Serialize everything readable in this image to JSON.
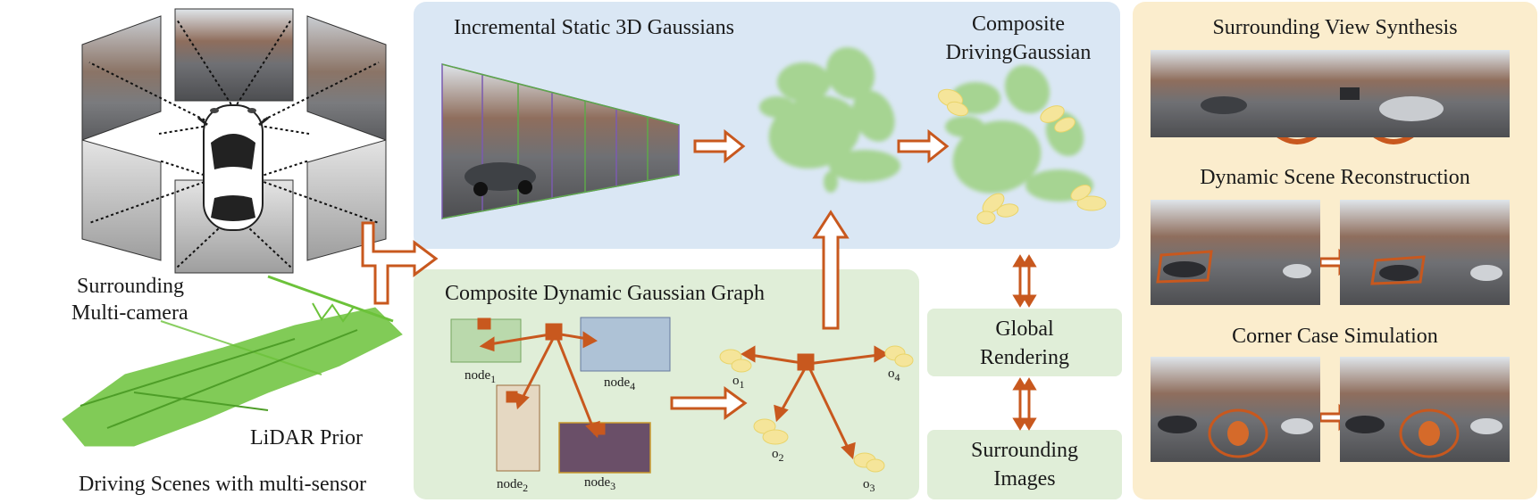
{
  "colors": {
    "static_panel": "#dae7f4",
    "graph_panel": "#e0eed8",
    "apps_panel": "#fbedcd",
    "arrow_orange": "#c8581e",
    "gaussian_green": "#a6d492",
    "gaussian_yellow": "#f5e59a",
    "lidar_green": "#6cc23a"
  },
  "left": {
    "camera_label_line1": "Surrounding",
    "camera_label_line2": "Multi-camera",
    "lidar_label": "LiDAR Prior",
    "bottom_label": "Driving Scenes with multi-sensor"
  },
  "static": {
    "title": "Incremental Static 3D Gaussians",
    "composite_line1": "Composite",
    "composite_line2": "DrivingGaussian"
  },
  "graph": {
    "title": "Composite Dynamic Gaussian Graph",
    "nodes": [
      {
        "base": "node",
        "sub": "1"
      },
      {
        "base": "node",
        "sub": "4"
      },
      {
        "base": "node",
        "sub": "2"
      },
      {
        "base": "node",
        "sub": "3"
      }
    ],
    "objects": [
      {
        "base": "o",
        "sub": "1"
      },
      {
        "base": "o",
        "sub": "4"
      },
      {
        "base": "o",
        "sub": "2"
      },
      {
        "base": "o",
        "sub": "3"
      }
    ]
  },
  "render": {
    "global_line1": "Global",
    "global_line2": "Rendering",
    "images_line1": "Surrounding",
    "images_line2": "Images"
  },
  "apps": {
    "view_synthesis": "Surrounding View Synthesis",
    "dynamic_reconstruction": "Dynamic Scene Reconstruction",
    "corner_case": "Corner Case Simulation"
  },
  "icons": [
    "car-top-view-icon",
    "camera-frustum-icon",
    "lidar-point-cloud-icon",
    "gaussian-ellipse-icon",
    "bounding-box-icon",
    "hollow-arrow-icon",
    "double-arrow-icon"
  ]
}
